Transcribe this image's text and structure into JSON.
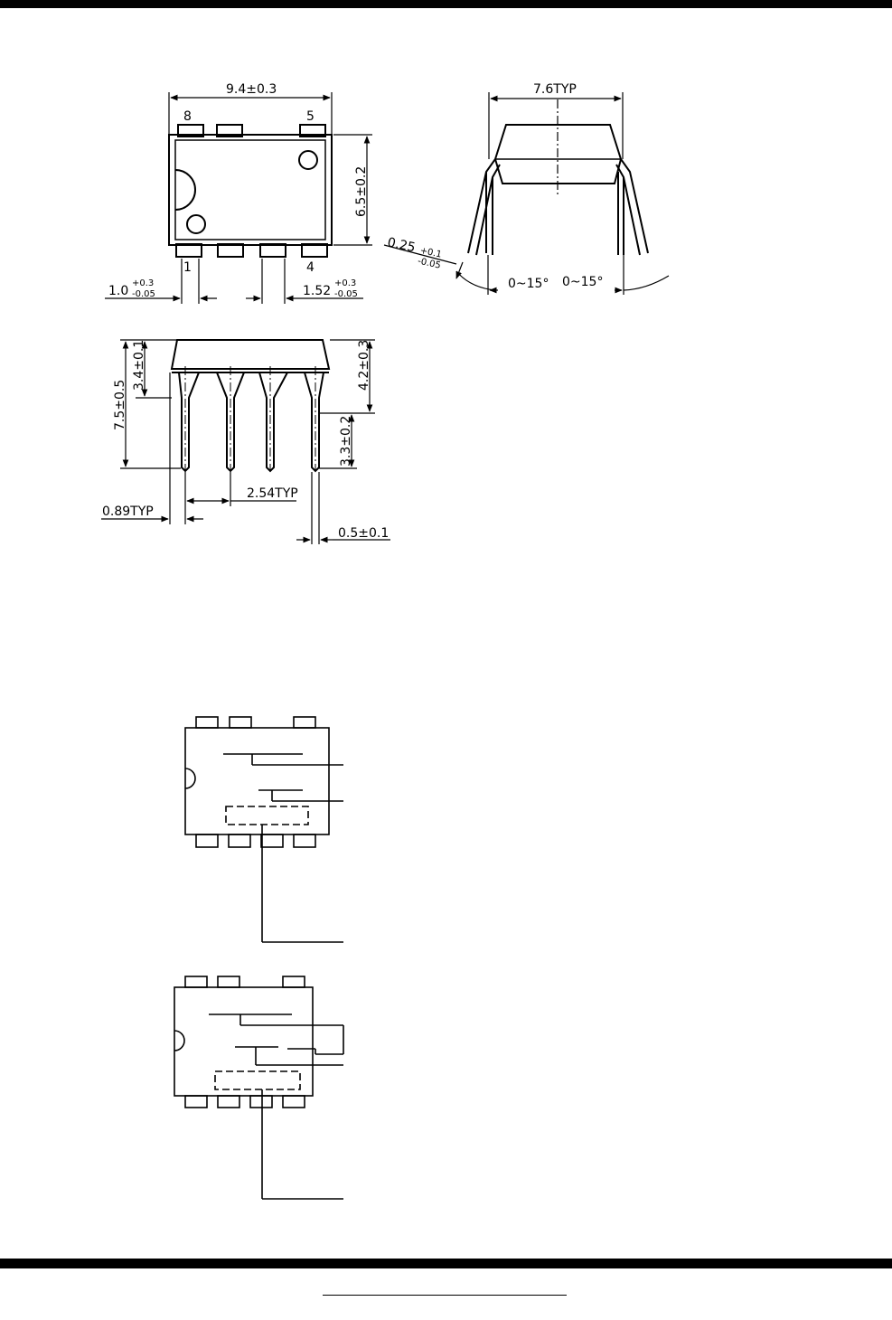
{
  "dimensions": {
    "body_length": "9.4±0.3",
    "row_spacing": "7.6TYP",
    "body_width": "6.5±0.2",
    "pin1_width_base": "1.0",
    "pin1_width_plus": "+0.3",
    "pin1_width_minus": "-0.05",
    "pin_pitch_base": "1.52",
    "pin_pitch_plus": "+0.3",
    "pin_pitch_minus": "-0.05",
    "lead_thickness_base": "0.25",
    "lead_thickness_plus": "+0.1",
    "lead_thickness_minus": "-0.05",
    "lead_angle_left": "0~15°",
    "lead_angle_right": "0~15°",
    "body_height": "3.4±0.1",
    "total_height": "7.5±0.5",
    "seat_height": "4.2±0.3",
    "lead_length": "3.3±0.2",
    "lead_pitch": "2.54TYP",
    "lead_offset": "0.89TYP",
    "lead_width": "0.5±0.1"
  },
  "pin_labels": {
    "pin8": "8",
    "pin5": "5",
    "pin1": "1",
    "pin4": "4"
  }
}
